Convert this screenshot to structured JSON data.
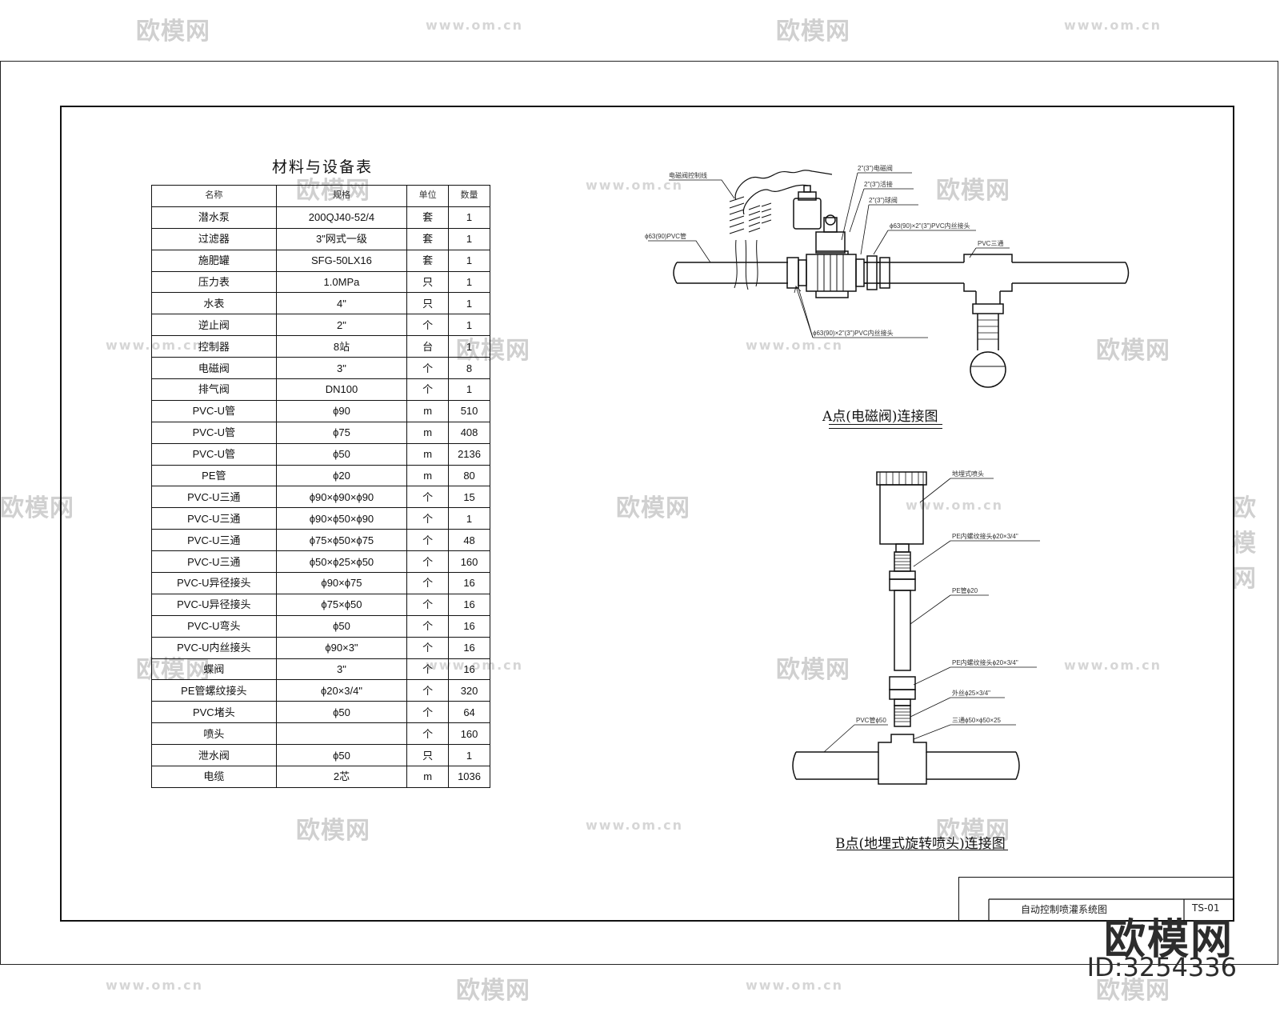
{
  "watermark": {
    "logo_text": "欧模网",
    "url_text": "www.om.cn",
    "id_text": "ID:3254336"
  },
  "table": {
    "title": "材料与设备表",
    "headers": [
      "名称",
      "规格",
      "单位",
      "数量"
    ],
    "rows": [
      [
        "潜水泵",
        "200QJ40-52/4",
        "套",
        "1"
      ],
      [
        "过滤器",
        "3\"网式一级",
        "套",
        "1"
      ],
      [
        "施肥罐",
        "SFG-50LX16",
        "套",
        "1"
      ],
      [
        "压力表",
        "1.0MPa",
        "只",
        "1"
      ],
      [
        "水表",
        "4\"",
        "只",
        "1"
      ],
      [
        "逆止阀",
        "2\"",
        "个",
        "1"
      ],
      [
        "控制器",
        "8站",
        "台",
        "1"
      ],
      [
        "电磁阀",
        "3\"",
        "个",
        "8"
      ],
      [
        "排气阀",
        "DN100",
        "个",
        "1"
      ],
      [
        "PVC-U管",
        "ϕ90",
        "m",
        "510"
      ],
      [
        "PVC-U管",
        "ϕ75",
        "m",
        "408"
      ],
      [
        "PVC-U管",
        "ϕ50",
        "m",
        "2136"
      ],
      [
        "PE管",
        "ϕ20",
        "m",
        "80"
      ],
      [
        "PVC-U三通",
        "ϕ90×ϕ90×ϕ90",
        "个",
        "15"
      ],
      [
        "PVC-U三通",
        "ϕ90×ϕ50×ϕ90",
        "个",
        "1"
      ],
      [
        "PVC-U三通",
        "ϕ75×ϕ50×ϕ75",
        "个",
        "48"
      ],
      [
        "PVC-U三通",
        "ϕ50×ϕ25×ϕ50",
        "个",
        "160"
      ],
      [
        "PVC-U异径接头",
        "ϕ90×ϕ75",
        "个",
        "16"
      ],
      [
        "PVC-U异径接头",
        "ϕ75×ϕ50",
        "个",
        "16"
      ],
      [
        "PVC-U弯头",
        "ϕ50",
        "个",
        "16"
      ],
      [
        "PVC-U内丝接头",
        "ϕ90×3\"",
        "个",
        "16"
      ],
      [
        "蝶阀",
        "3\"",
        "个",
        "16"
      ],
      [
        "PE管螺纹接头",
        "ϕ20×3/4\"",
        "个",
        "320"
      ],
      [
        "PVC堵头",
        "ϕ50",
        "个",
        "64"
      ],
      [
        "喷头",
        "",
        "个",
        "160"
      ],
      [
        "泄水阀",
        "ϕ50",
        "只",
        "1"
      ],
      [
        "电缆",
        "2芯",
        "m",
        "1036"
      ]
    ]
  },
  "diagram_a": {
    "caption": "A点(电磁阀)连接图",
    "labels": {
      "control_wire": "电磁阀控制线",
      "solenoid": "2\"(3\")电磁阀",
      "union": "2\"(3\")活接",
      "ball_valve": "2\"(3\")球阀",
      "adapter_right": "ϕ63(90)×2\"(3\")PVC内丝接头",
      "pipe": "ϕ63(90)PVC管",
      "tee": "PVC三通",
      "adapter_left": "ϕ63(90)×2\"(3\")PVC内丝接头"
    }
  },
  "diagram_b": {
    "caption": "B点(地埋式旋转喷头)连接图",
    "labels": {
      "sprinkler": "地埋式喷头",
      "pe_adapter_top": "PE内螺纹接头ϕ20×3/4\"",
      "pe_pipe": "PE管ϕ20",
      "pe_adapter_bottom": "PE内螺纹接头ϕ20×3/4\"",
      "nipple": "外丝ϕ25×3/4\"",
      "tee": "三通ϕ50×ϕ50×25",
      "pvc_pipe": "PVC管ϕ50"
    }
  },
  "title_block": {
    "drawing_name": "自动控制喷灌系统图",
    "drawing_no": "TS-01"
  }
}
